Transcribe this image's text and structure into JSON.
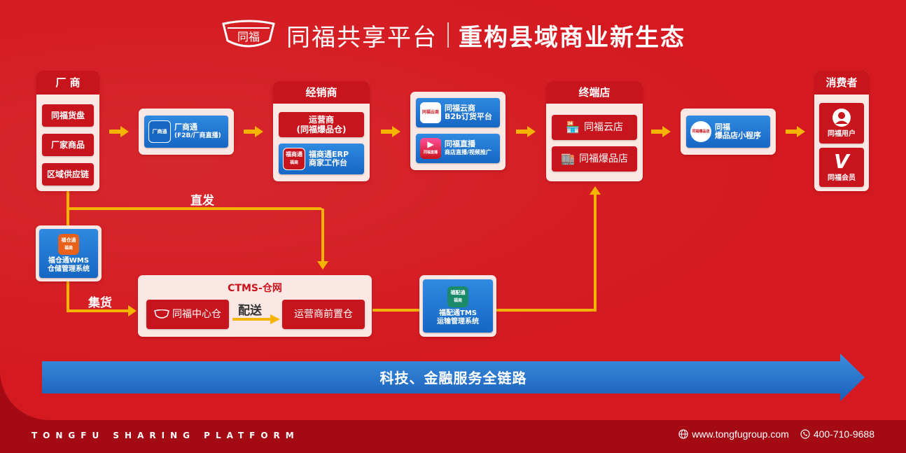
{
  "header": {
    "brand": "同福共享平台",
    "slogan": "重构县域商业新生态",
    "logo_text": "同福"
  },
  "manufacturer": {
    "title": "厂 商",
    "items": [
      "同福货盘",
      "厂家商品",
      "区域供应链"
    ]
  },
  "factory_app": {
    "name": "厂商通",
    "sub": "(F2B/厂商直播)",
    "icon_text": "厂商通"
  },
  "distributor": {
    "title": "经销商",
    "operator": "运营商\n(同福爆品仓)",
    "app_name": "福商通ERP",
    "app_sub": "商家工作台",
    "icon_text": "福商通",
    "icon_sub": "福商"
  },
  "cloud": {
    "app1_name": "同福云商",
    "app1_sub": "B2b订货平台",
    "app1_icon": "同福云商",
    "app2_name": "同福直播",
    "app2_sub": "商店直播/视频推广",
    "app2_icon": "同福直播"
  },
  "terminal": {
    "title": "终端店",
    "store1": "同福云店",
    "store2": "同福爆品店"
  },
  "mini": {
    "name": "同福",
    "sub": "爆品店小程序",
    "icon_text": "同福爆品店"
  },
  "consumer": {
    "title": "消费者",
    "user": "同福用户",
    "member": "同福会员"
  },
  "wms": {
    "icon_text": "福仓通",
    "icon_sub": "福商",
    "name": "福仓通WMS",
    "sub": "仓储管理系统"
  },
  "ctms": {
    "title": "CTMS-仓网",
    "center": "同福中心仓",
    "deliver": "配送",
    "front": "运营商前置仓"
  },
  "tms": {
    "icon_text": "福配通",
    "icon_sub": "福商",
    "name": "福配通TMS",
    "sub": "运输管理系统"
  },
  "labels": {
    "direct": "直发",
    "collect": "集货"
  },
  "banner": "科技、金融服务全链路",
  "footer": {
    "tagline": "TONGFU SHARING PLATFORM",
    "website": "www.tongfugroup.com",
    "phone": "400-710-9688"
  },
  "colors": {
    "red": "#d41a20",
    "dark_red": "#a30a14",
    "yellow": "#f5b400",
    "blue": "#2f8ae0"
  }
}
